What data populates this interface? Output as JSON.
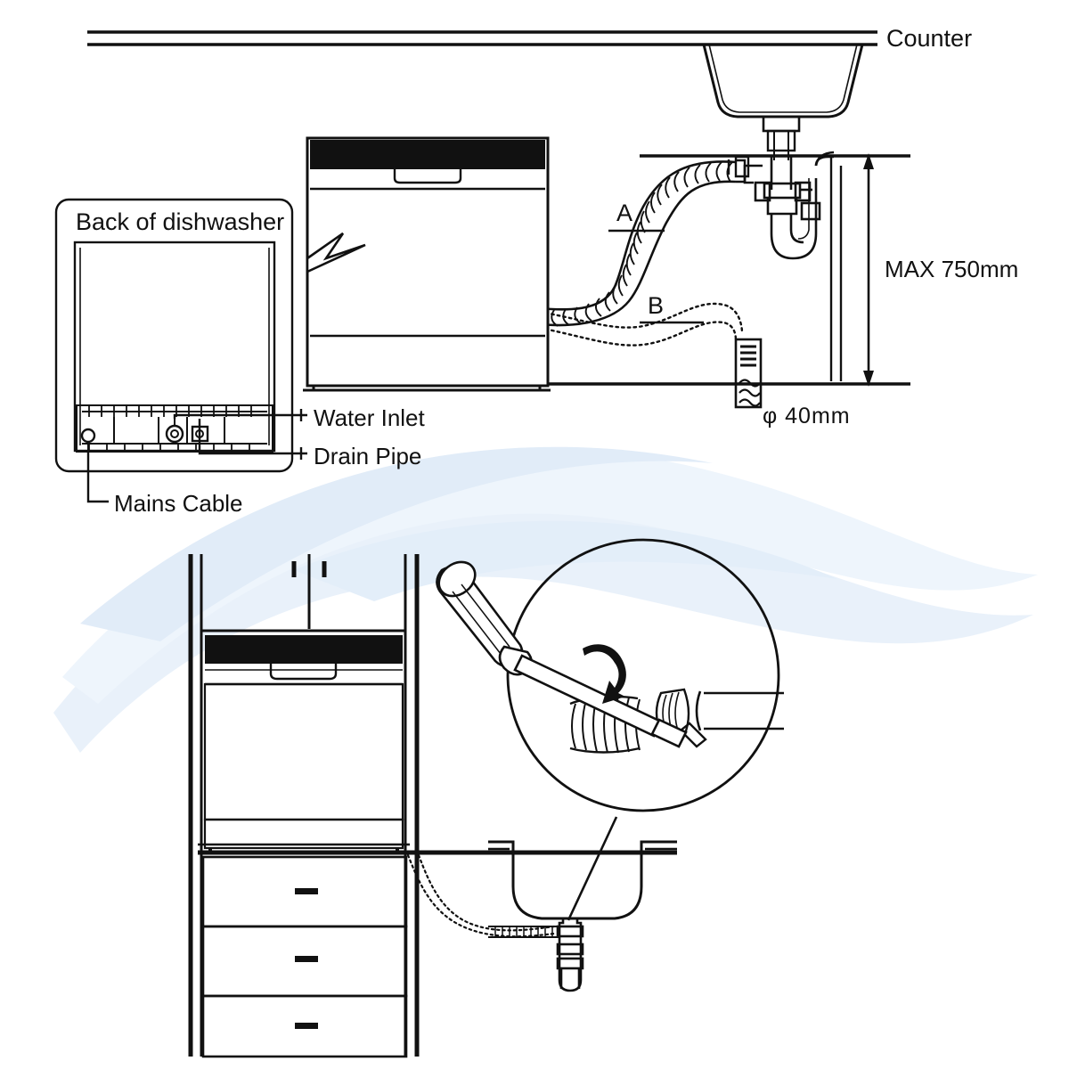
{
  "diagram": {
    "title": "Dishwasher installation and drain connection diagram",
    "background_color": "#ffffff",
    "line_color": "#111111",
    "watermark_color": "#e7f0f9",
    "panel_fill": "#111111"
  },
  "labels": {
    "counter": "Counter",
    "max_height": "MAX 750mm",
    "diameter": "φ 40mm",
    "back_of_dishwasher": "Back of dishwasher",
    "water_inlet": "Water Inlet",
    "drain_pipe": "Drain Pipe",
    "mains_cable": "Mains Cable",
    "hose_a": "A",
    "hose_b": "B"
  },
  "legend": {
    "hose_a_style": "solid corrugated drain hose routed up to sink trap",
    "hose_b_style": "dotted alternative drain hose routed to standpipe"
  },
  "icons": {
    "counter_line": "counter-line-icon",
    "sink_basin": "sink-basin-icon",
    "p_trap": "p-trap-icon",
    "standpipe": "standpipe-icon",
    "dimension_arrow": "dimension-arrow-icon",
    "screwdriver": "screwdriver-icon",
    "hose_clamp": "hose-clamp-icon",
    "rotation_arrow": "rotation-arrow-icon",
    "detail_circle": "detail-circle-icon",
    "callout_arrow": "callout-arrow-icon"
  },
  "views": {
    "top_view_name": "drain-connection-view",
    "back_panel_view_name": "dishwasher-back-panel-view",
    "bottom_view_name": "cabinet-installation-view",
    "detail_view_name": "hose-clamp-detail-view"
  }
}
